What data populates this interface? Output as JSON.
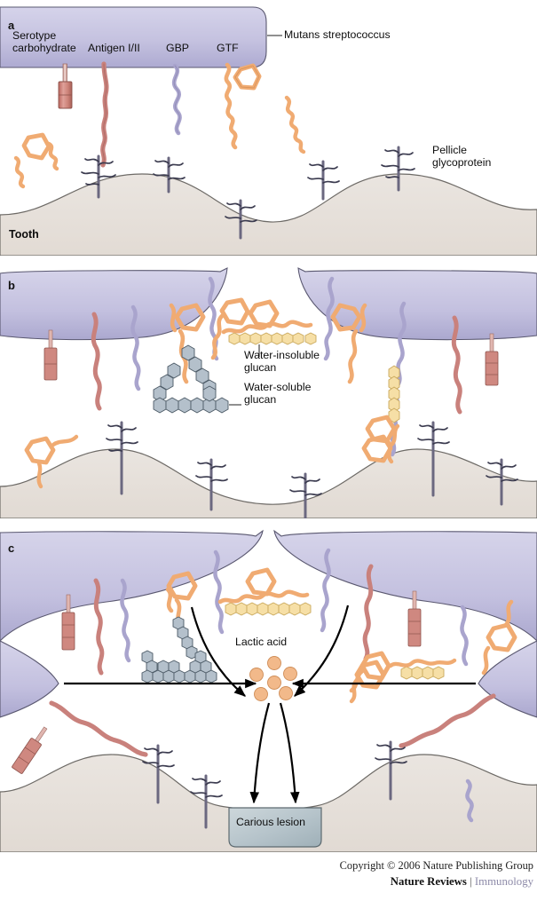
{
  "figure": {
    "title": "Mutans streptococcus adhesion, glucan formation and caries",
    "panels": [
      {
        "id": "a",
        "letter": "a",
        "labels": [
          {
            "name": "serotype-carbohydrate-label",
            "text": "Serotype\ncarbohydrate"
          },
          {
            "name": "antigen-i-ii-label",
            "text": "Antigen I/II"
          },
          {
            "name": "gbp-label",
            "text": "GBP"
          },
          {
            "name": "gtf-label",
            "text": "GTF"
          },
          {
            "name": "mutans-streptococcus-label",
            "text": "Mutans streptococcus"
          },
          {
            "name": "pellicle-glycoprotein-label",
            "text": "Pellicle\nglycoprotein"
          },
          {
            "name": "tooth-label",
            "text": "Tooth"
          }
        ]
      },
      {
        "id": "b",
        "letter": "b",
        "labels": [
          {
            "name": "water-insoluble-glucan-label",
            "text": "Water-insoluble\nglucan"
          },
          {
            "name": "water-soluble-glucan-label",
            "text": "Water-soluble\nglucan"
          }
        ]
      },
      {
        "id": "c",
        "letter": "c",
        "labels": [
          {
            "name": "lactic-acid-label",
            "text": "Lactic acid"
          },
          {
            "name": "carious-lesion-label",
            "text": "Carious lesion"
          }
        ]
      }
    ]
  },
  "panel_a": {
    "letter": "a",
    "serotype_carbohydrate": "Serotype\ncarbohydrate",
    "antigen": "Antigen I/II",
    "gbp": "GBP",
    "gtf": "GTF",
    "mutans": "Mutans streptococcus",
    "pellicle": "Pellicle\nglycoprotein",
    "tooth": "Tooth"
  },
  "panel_b": {
    "letter": "b",
    "water_insoluble": "Water-insoluble\nglucan",
    "water_soluble": "Water-soluble\nglucan"
  },
  "panel_c": {
    "letter": "c",
    "lactic_acid": "Lactic acid",
    "carious_lesion": "Carious lesion"
  },
  "footer": {
    "copyright": "Copyright © 2006 Nature Publishing Group",
    "journal_name": "Nature Reviews",
    "separator": " | ",
    "journal_section": "Immunology"
  },
  "colors": {
    "bacteria_fill_light": "#cfcde6",
    "bacteria_fill_dark": "#aeabd2",
    "bacteria_stroke": "#4a4a5e",
    "tooth_fill": "#e7e1db",
    "tooth_stroke": "#6d6a66",
    "serotype_red": "#cf8880",
    "serotype_red_dark": "#a95f58",
    "antigen_red": "#c9817c",
    "gbp_purple": "#a9a4cd",
    "gtf_orange": "#f0ab72",
    "insoluble_glucan": "#f6dfa6",
    "soluble_glucan": "#b4c0cb",
    "pellicle_dark": "#3b3b4f",
    "lesion_fill": "#b9c6cc",
    "lactic_acid": "#f2b98a",
    "arrow_black": "#000000",
    "immunology_purple": "#8d8aa8"
  }
}
